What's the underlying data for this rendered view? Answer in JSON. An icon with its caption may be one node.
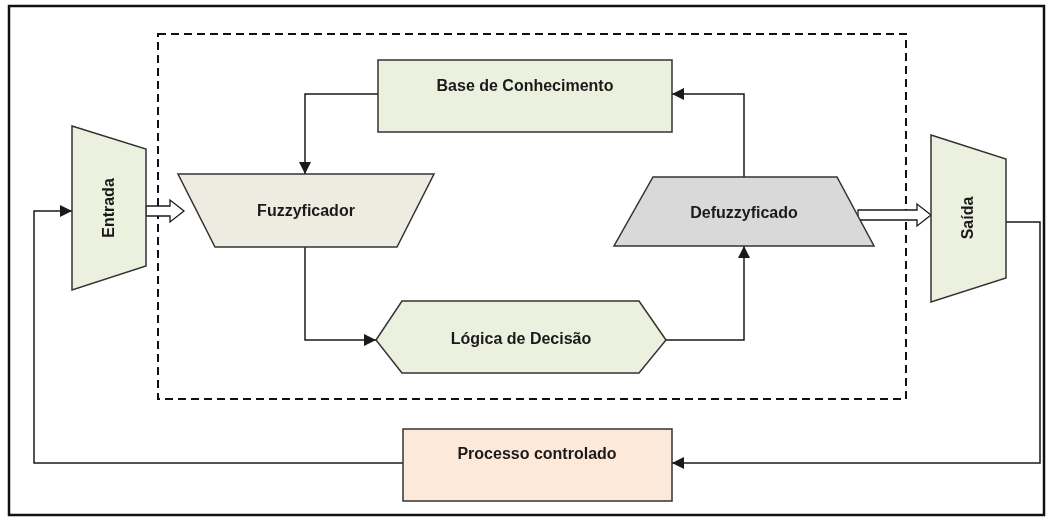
{
  "diagram": {
    "nodes": [
      {
        "text": [
          "Base de Conhecimento"
        ]
      },
      {
        "text": [
          "Entrada"
        ]
      },
      {
        "text": [
          "Fuzzyficador"
        ]
      },
      {
        "text": [
          "Defuzzyficado"
        ]
      },
      {
        "text": [
          "Saída"
        ]
      },
      {
        "text": [
          "Lógica de Decisão"
        ]
      },
      {
        "text": [
          "Processo controlado"
        ]
      }
    ],
    "edges": [
      {
        "from": 0,
        "to": 2,
        "arrow": "to"
      },
      {
        "from": 1,
        "to": 2,
        "arrow": "to",
        "style": "thick"
      },
      {
        "from": 2,
        "to": 5,
        "arrow": "to"
      },
      {
        "from": 5,
        "to": 3,
        "arrow": "to"
      },
      {
        "from": 3,
        "to": 0,
        "arrow": "to"
      },
      {
        "from": 3,
        "to": 4,
        "arrow": "to",
        "style": "thick"
      },
      {
        "from": 4,
        "to": 6,
        "arrow": "to"
      },
      {
        "from": 6,
        "to": 1,
        "arrow": "to"
      }
    ]
  }
}
